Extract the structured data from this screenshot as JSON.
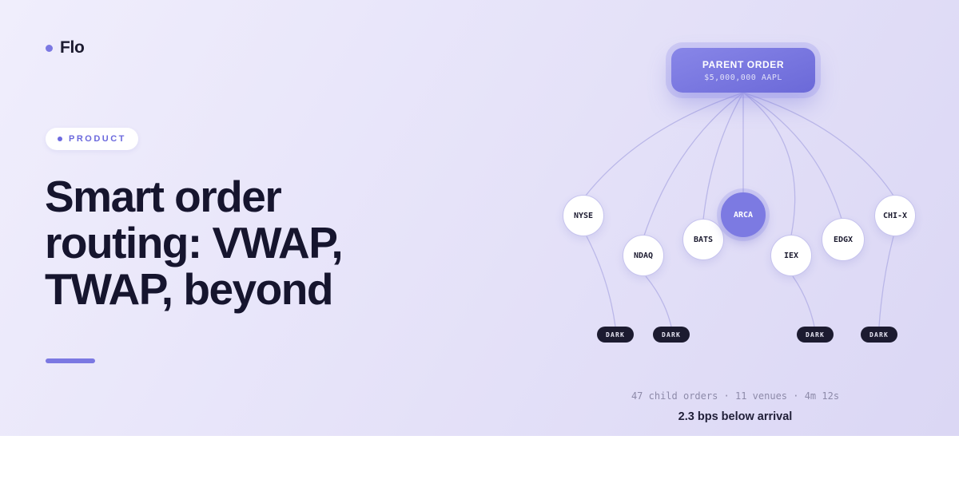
{
  "theme": {
    "background_start": "#f0eefc",
    "background_end": "#dad6f4",
    "accent": "#6d6ae0",
    "heading_color": "#16152e",
    "connector_color": "#b8b5e8",
    "dark_pill_bg": "#1c1b30",
    "footer_bg": "#ffffff"
  },
  "brand": {
    "logo_text": "Flo"
  },
  "badge": {
    "label": "PRODUCT"
  },
  "hero": {
    "title": "Smart order\nrouting: VWAP,\nTWAP, beyond"
  },
  "diagram": {
    "parent_order": {
      "title": "PARENT ORDER",
      "subtitle": "$5,000,000 AAPL"
    },
    "venues": [
      {
        "label": "NYSE",
        "highlighted": false
      },
      {
        "label": "NDAQ",
        "highlighted": false
      },
      {
        "label": "BATS",
        "highlighted": false
      },
      {
        "label": "ARCA",
        "highlighted": true
      },
      {
        "label": "IEX",
        "highlighted": false
      },
      {
        "label": "EDGX",
        "highlighted": false
      },
      {
        "label": "CHI-X",
        "highlighted": false
      }
    ],
    "dark_pools": [
      {
        "label": "DARK"
      },
      {
        "label": "DARK"
      },
      {
        "label": "DARK"
      },
      {
        "label": "DARK"
      }
    ],
    "stats": "47 child orders · 11 venues · 4m 12s",
    "benefit": "2.3 bps below arrival"
  }
}
